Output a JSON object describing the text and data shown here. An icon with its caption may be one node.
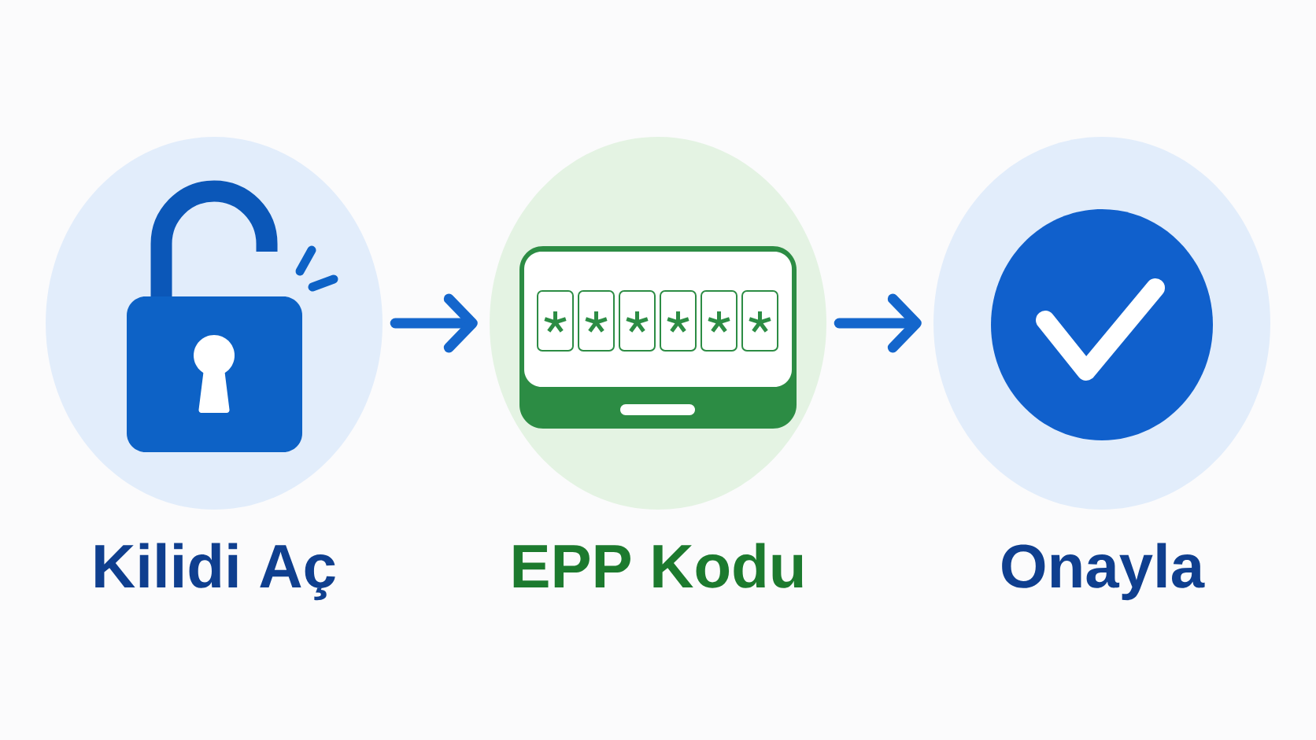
{
  "diagram": {
    "nodes": [
      {
        "text": [
          "Kilidi Aç"
        ]
      },
      {
        "text": [
          "EPP Kodu"
        ]
      },
      {
        "text": [
          "Onayla"
        ]
      }
    ],
    "edges": [
      {
        "from": 0,
        "to": 1,
        "arrow": "to"
      },
      {
        "from": 1,
        "to": 2,
        "arrow": "to"
      }
    ]
  }
}
